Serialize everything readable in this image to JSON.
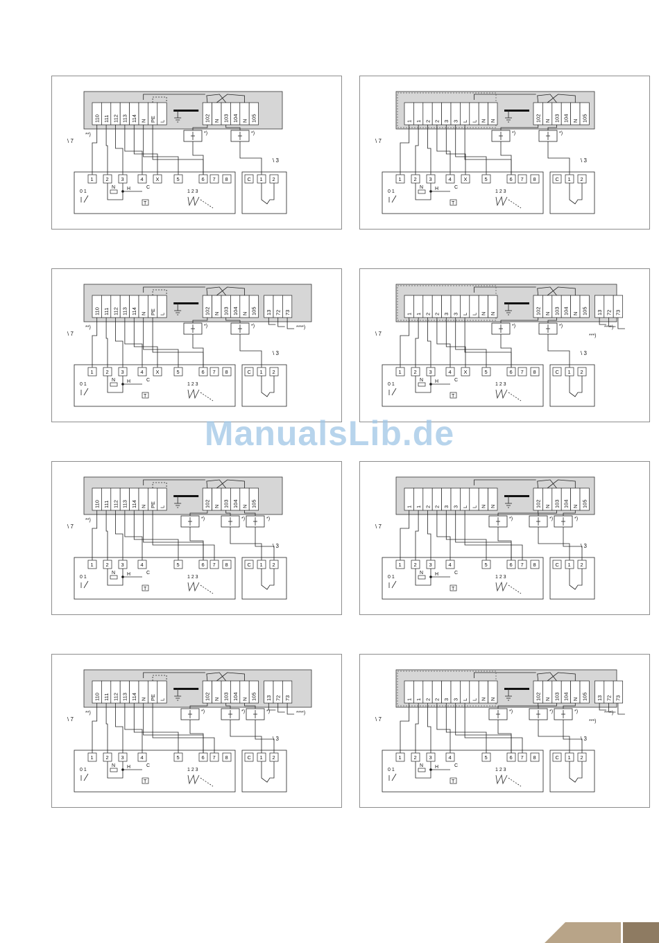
{
  "watermark": "ManualsLib.de",
  "labels": {
    "ref_left": "7",
    "ref_right": "3",
    "star1": "*)",
    "star2": "**)",
    "star3": "***)",
    "star4": "****)",
    "neutral": "N",
    "hot": "H",
    "common": "C",
    "thermo": "T",
    "switch_01": "0 1",
    "switch_123": "1 2 3"
  },
  "strips": {
    "a": [
      "110",
      "111",
      "112",
      "113",
      "114",
      "N",
      "PE",
      "L"
    ],
    "b": [
      "1",
      "1",
      "2",
      "2",
      "3",
      "3",
      "L",
      "L",
      "N",
      "N"
    ],
    "c": [
      "102",
      "N",
      "103",
      "104",
      "N",
      "105"
    ],
    "d": [
      "13",
      "72",
      "73"
    ]
  },
  "blocks": {
    "full": [
      "1",
      "2",
      "3",
      "4",
      "X",
      "5",
      "6",
      "7",
      "8"
    ],
    "reduced": [
      "1",
      "2",
      "3",
      "4",
      "5",
      "6",
      "7",
      "8"
    ],
    "right": [
      "C",
      "1",
      "2"
    ]
  },
  "panels": [
    {
      "id": "p1",
      "strip_main": "a",
      "extra": false,
      "block": "full",
      "dashed": false,
      "boxes": 2,
      "stars": [
        "**)"
      ]
    },
    {
      "id": "p2",
      "strip_main": "b",
      "extra": false,
      "block": "full",
      "dashed": true,
      "boxes": 2,
      "stars": []
    },
    {
      "id": "p3",
      "strip_main": "a",
      "extra": true,
      "block": "full",
      "dashed": false,
      "boxes": 2,
      "stars": [
        "**)",
        "****)"
      ]
    },
    {
      "id": "p4",
      "strip_main": "b",
      "extra": true,
      "block": "full",
      "dashed": true,
      "boxes": 2,
      "stars": [
        "***)",
        "****)"
      ]
    },
    {
      "id": "p5",
      "strip_main": "a",
      "extra": false,
      "block": "reduced",
      "dashed": false,
      "boxes": 3,
      "stars": [
        "**)"
      ]
    },
    {
      "id": "p6",
      "strip_main": "b",
      "extra": false,
      "block": "reduced",
      "dashed": false,
      "boxes": 3,
      "stars": []
    },
    {
      "id": "p7",
      "strip_main": "a",
      "extra": true,
      "block": "reduced",
      "dashed": false,
      "boxes": 3,
      "stars": [
        "**)",
        "****)"
      ]
    },
    {
      "id": "p8",
      "strip_main": "b",
      "extra": true,
      "block": "reduced",
      "dashed": true,
      "boxes": 3,
      "stars": [
        "***)",
        "****)"
      ]
    }
  ]
}
